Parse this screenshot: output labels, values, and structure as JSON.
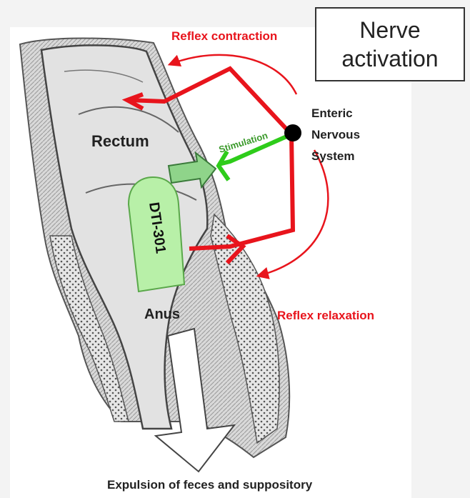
{
  "title": "Nerve\nactivation",
  "labels": {
    "reflex_contraction": "Reflex contraction",
    "reflex_relaxation": "Reflex relaxation",
    "enteric_nervous_system": [
      "Enteric",
      "Nervous",
      "System"
    ],
    "stimulation": "Stimulation",
    "rectum": "Rectum",
    "anus": "Anus",
    "suppository": "DTI-301",
    "expulsion": "Expulsion of feces and suppository"
  },
  "colors": {
    "reflex": "#e8141c",
    "stimulation": "#2ecc1a",
    "stimulation_text": "#3a9a2a",
    "suppository_fill": "#b8f0a8",
    "node": "#000000"
  }
}
